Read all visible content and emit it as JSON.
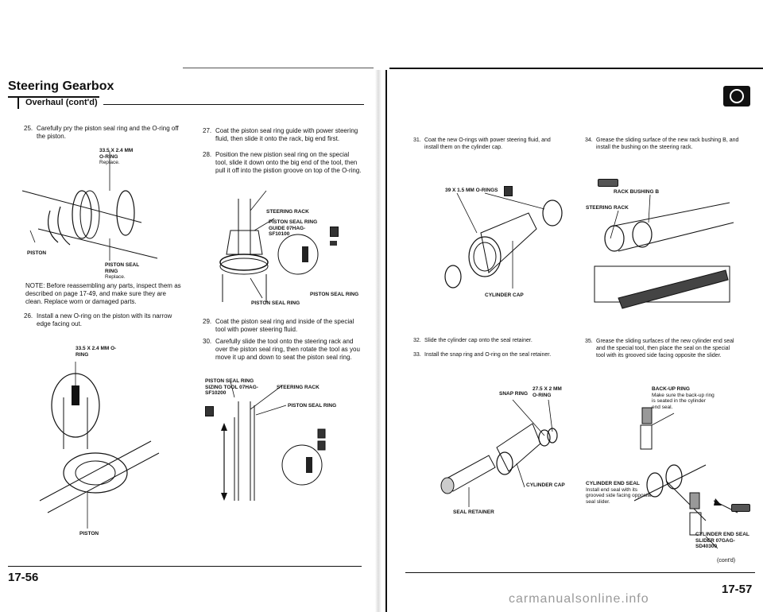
{
  "left_page": {
    "title": "Steering Gearbox",
    "subtitle": "Overhaul (cont'd)",
    "page_number": "17-56",
    "steps": [
      {
        "num": "25.",
        "text": "Carefully pry the piston seal ring and the O-ring off the piston."
      },
      {
        "num": "26.",
        "text": "Install a new O-ring on the piston with its narrow edge facing out."
      },
      {
        "num": "27.",
        "text": "Coat the piston seal ring guide with power steering fluid, then slide it onto the rack, big end first."
      },
      {
        "num": "28.",
        "text": "Position the new pistion seal ring on the special tool, slide it down onto the big end of the tool, then pull it off into the pistion groove on top of the O-ring."
      },
      {
        "num": "29.",
        "text": "Coat the piston seal ring and inside of the special tool with power steering fluid."
      },
      {
        "num": "30.",
        "text": "Carefully slide the tool onto the steering rack and over the piston seal ring, then rotate the tool as you move it up and down to seat the piston seal ring."
      }
    ],
    "note": "NOTE: Before reassembling any parts, inspect them as described on page 17-49, and make sure they are clean. Replace worn or damaged parts.",
    "fig1": {
      "oring_label": "33.5 x 2.4 mm O-RING",
      "oring_sub": "Replace.",
      "piston_label": "PISTON",
      "seal_label": "PISTON SEAL RING",
      "seal_sub": "Replace."
    },
    "fig2": {
      "oring_label": "33.5 x 2.4 mm O-RING",
      "piston_label": "PISTON"
    },
    "fig3": {
      "rack_label": "STEERING RACK",
      "guide_label": "PISTON SEAL RING GUIDE 07HAG-SF10100",
      "seal_right_label": "PISTON SEAL RING",
      "seal_bottom_label": "PISTON SEAL RING"
    },
    "fig4": {
      "tool_label": "PISTON SEAL RING SIZING TOOL 07HAG-SF10200",
      "rack_label": "STEERING RACK",
      "seal_label": "PISTON SEAL RING"
    }
  },
  "right_page": {
    "page_number": "17-57",
    "cont": "(cont'd)",
    "steps": [
      {
        "num": "31.",
        "text": "Coat the new O-rings with power steering fluid, and install them on the cylinder cap."
      },
      {
        "num": "32.",
        "text": "Slide the cylinder cap onto the seal retainer."
      },
      {
        "num": "33.",
        "text": "Install the snap ring and O-ring on the seal retainer."
      },
      {
        "num": "34.",
        "text": "Grease the sliding surface of the new rack bushing B, and install the bushing on the steering rack."
      },
      {
        "num": "35.",
        "text": "Grease the sliding surfaces of the new cylinder end seal and the special tool, then place the seal on the special tool with its grooved side facing opposite the slider."
      }
    ],
    "fig5": {
      "orings_label": "39 x 1.5 mm O-RINGS",
      "cap_label": "CYLINDER CAP"
    },
    "fig6": {
      "snap_label": "SNAP RING",
      "oring_label": "27.5 x 2 mm O-RING",
      "cap_label": "CYLINDER CAP",
      "retainer_label": "SEAL RETAINER"
    },
    "fig7": {
      "bushing_label": "RACK BUSHING B",
      "rack_label": "STEERING RACK"
    },
    "fig8": {
      "backup_label": "BACK-UP RING",
      "backup_sub": "Make sure the back-up ring is seated in the cylinder end seal.",
      "endseal_label": "CYLINDER END SEAL",
      "endseal_sub": "Install end seal with its grooved side facing opposite seal slider.",
      "slider_label": "CYLINDER END SEAL SLIDER 07GAG-SD40300"
    }
  },
  "footer": {
    "watermark": "carmanualsonline.info"
  }
}
